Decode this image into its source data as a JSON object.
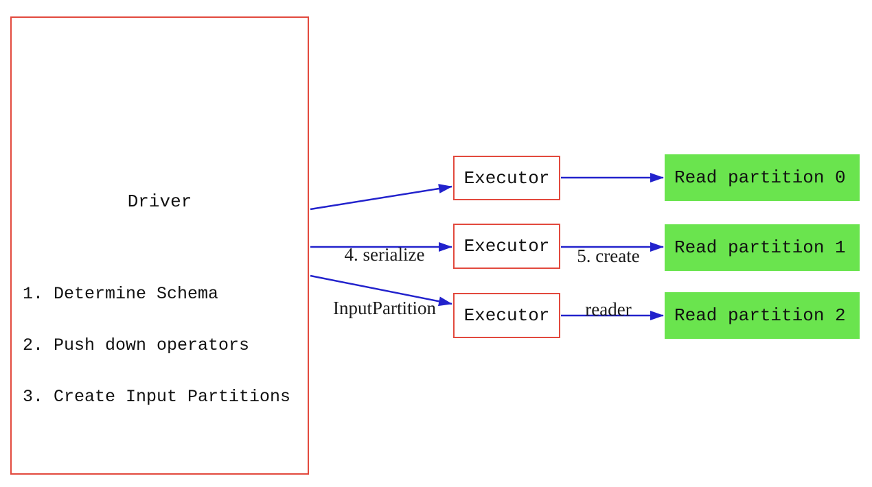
{
  "diagram": {
    "type": "flow-diagram",
    "colors": {
      "box_border_red": "#e2493d",
      "arrow_blue": "#2222cc",
      "partition_green": "#6ae44e",
      "text_black": "#111111",
      "background": "#ffffff"
    },
    "driver": {
      "title": "Driver",
      "steps": [
        "1. Determine Schema",
        "2. Push down operators",
        "3. Create Input Partitions"
      ]
    },
    "executors": [
      {
        "label": "Executor"
      },
      {
        "label": "Executor"
      },
      {
        "label": "Executor"
      }
    ],
    "partitions": [
      {
        "label": "Read partition 0"
      },
      {
        "label": "Read partition 1"
      },
      {
        "label": "Read partition 2"
      }
    ],
    "edge_labels": {
      "serialize": {
        "line1": "4. serialize",
        "line2": "InputPartition"
      },
      "create_reader": {
        "line1": "5. create",
        "line2": "reader"
      }
    },
    "connections": [
      {
        "from": "driver",
        "to": "executor-0",
        "label": ""
      },
      {
        "from": "driver",
        "to": "executor-1",
        "label": "4. serialize InputPartition"
      },
      {
        "from": "driver",
        "to": "executor-2",
        "label": ""
      },
      {
        "from": "executor-0",
        "to": "partition-0",
        "label": ""
      },
      {
        "from": "executor-1",
        "to": "partition-1",
        "label": "5. create reader"
      },
      {
        "from": "executor-2",
        "to": "partition-2",
        "label": ""
      }
    ]
  }
}
